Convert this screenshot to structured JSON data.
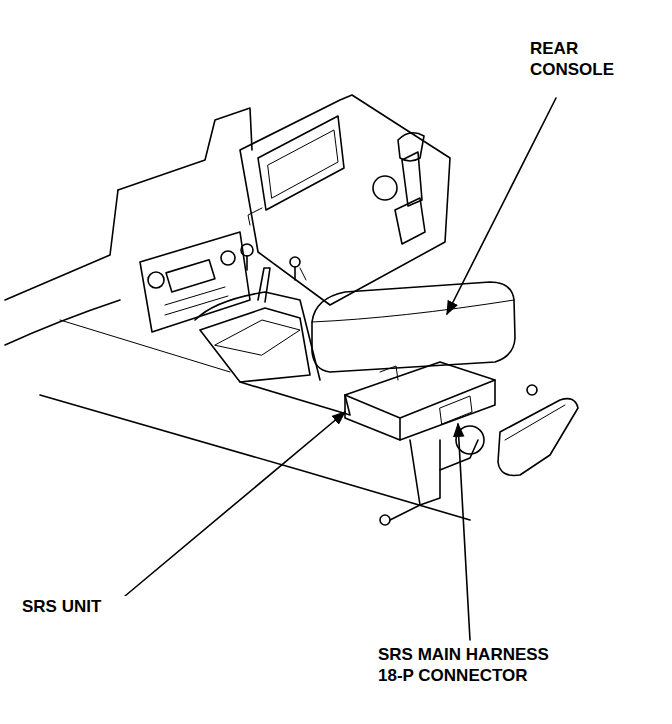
{
  "diagram": {
    "labels": [
      "REAR CONSOLE",
      "SRS UNIT",
      "SRS MAIN HARNESS 18-P CONNECTOR"
    ]
  }
}
